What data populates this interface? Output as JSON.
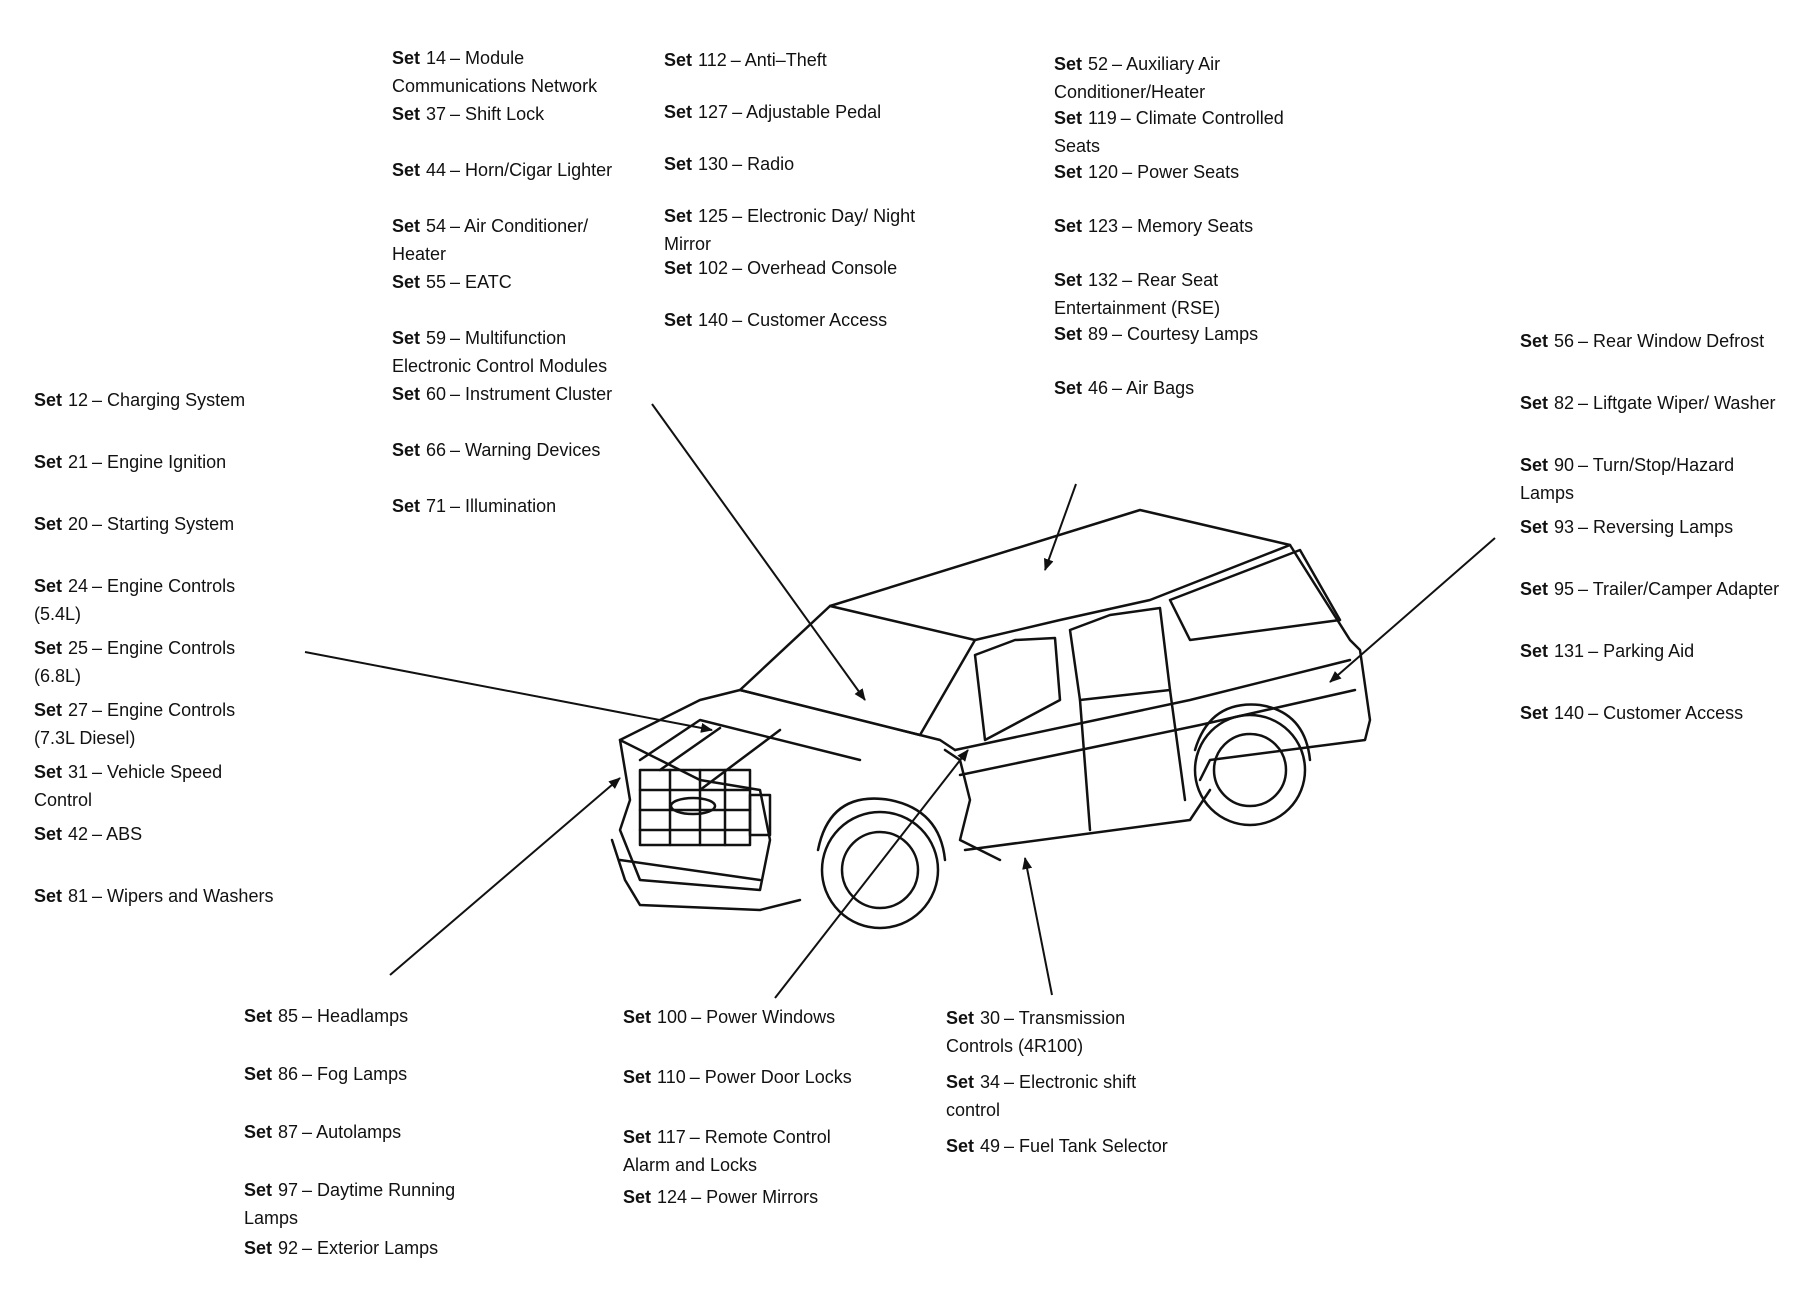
{
  "groups": {
    "top_left": [
      {
        "set": "Set",
        "num": "14",
        "label": "– Module Communications Network"
      },
      {
        "set": "Set",
        "num": "37",
        "label": "– Shift Lock"
      },
      {
        "set": "Set",
        "num": "44",
        "label": "– Horn/Cigar Lighter"
      },
      {
        "set": "Set",
        "num": "54",
        "label": "– Air Conditioner/ Heater"
      },
      {
        "set": "Set",
        "num": "55",
        "label": "– EATC"
      },
      {
        "set": "Set",
        "num": "59",
        "label": "– Multifunction Electronic Control Modules"
      },
      {
        "set": "Set",
        "num": "60",
        "label": "– Instrument Cluster"
      },
      {
        "set": "Set",
        "num": "66",
        "label": "– Warning Devices"
      },
      {
        "set": "Set",
        "num": "71",
        "label": "– Illumination"
      }
    ],
    "top_middle": [
      {
        "set": "Set",
        "num": "112",
        "label": "– Anti–Theft"
      },
      {
        "set": "Set",
        "num": "127",
        "label": "– Adjustable Pedal"
      },
      {
        "set": "Set",
        "num": "130",
        "label": "– Radio"
      },
      {
        "set": "Set",
        "num": "125",
        "label": "– Electronic Day/ Night Mirror"
      },
      {
        "set": "Set",
        "num": "102",
        "label": "– Overhead Console"
      },
      {
        "set": "Set",
        "num": "140",
        "label": "– Customer Access"
      }
    ],
    "top_right": [
      {
        "set": "Set",
        "num": "52",
        "label": "– Auxiliary Air Conditioner/Heater"
      },
      {
        "set": "Set",
        "num": "119",
        "label": "– Climate Controlled Seats"
      },
      {
        "set": "Set",
        "num": "120",
        "label": "– Power Seats"
      },
      {
        "set": "Set",
        "num": "123",
        "label": "– Memory Seats"
      },
      {
        "set": "Set",
        "num": "132",
        "label": "– Rear Seat Entertainment (RSE)"
      },
      {
        "set": "Set",
        "num": "89",
        "label": "– Courtesy Lamps"
      },
      {
        "set": "Set",
        "num": "46",
        "label": "– Air Bags"
      }
    ],
    "left": [
      {
        "set": "Set",
        "num": "12",
        "label": "– Charging System"
      },
      {
        "set": "Set",
        "num": "21",
        "label": "– Engine Ignition"
      },
      {
        "set": "Set",
        "num": "20",
        "label": "– Starting System"
      },
      {
        "set": "Set",
        "num": "24",
        "label": "– Engine Controls (5.4L)"
      },
      {
        "set": "Set",
        "num": "25",
        "label": "– Engine Controls (6.8L)"
      },
      {
        "set": "Set",
        "num": "27",
        "label": "– Engine Controls (7.3L Diesel)"
      },
      {
        "set": "Set",
        "num": "31",
        "label": "– Vehicle Speed Control"
      },
      {
        "set": "Set",
        "num": "42",
        "label": "– ABS"
      },
      {
        "set": "Set",
        "num": "81",
        "label": "– Wipers and Washers"
      }
    ],
    "right": [
      {
        "set": "Set",
        "num": "56",
        "label": "– Rear Window Defrost"
      },
      {
        "set": "Set",
        "num": "82",
        "label": "– Liftgate Wiper/ Washer"
      },
      {
        "set": "Set",
        "num": "90",
        "label": "– Turn/Stop/Hazard Lamps"
      },
      {
        "set": "Set",
        "num": "93",
        "label": "– Reversing Lamps"
      },
      {
        "set": "Set",
        "num": "95",
        "label": "– Trailer/Camper Adapter"
      },
      {
        "set": "Set",
        "num": "131",
        "label": "– Parking Aid"
      },
      {
        "set": "Set",
        "num": "140",
        "label": "– Customer Access"
      }
    ],
    "bottom_left": [
      {
        "set": "Set",
        "num": "85",
        "label": "– Headlamps"
      },
      {
        "set": "Set",
        "num": "86",
        "label": "– Fog Lamps"
      },
      {
        "set": "Set",
        "num": "87",
        "label": "– Autolamps"
      },
      {
        "set": "Set",
        "num": "97",
        "label": "– Daytime Running Lamps"
      },
      {
        "set": "Set",
        "num": "92",
        "label": "– Exterior Lamps"
      }
    ],
    "bottom_middle": [
      {
        "set": "Set",
        "num": "100",
        "label": "– Power Windows"
      },
      {
        "set": "Set",
        "num": "110",
        "label": "– Power Door Locks"
      },
      {
        "set": "Set",
        "num": "117",
        "label": "– Remote Control Alarm and Locks"
      },
      {
        "set": "Set",
        "num": "124",
        "label": "– Power Mirrors"
      }
    ],
    "bottom_right": [
      {
        "set": "Set",
        "num": "30",
        "label": "– Transmission Controls (4R100)"
      },
      {
        "set": "Set",
        "num": "34",
        "label": "– Electronic shift control"
      },
      {
        "set": "Set",
        "num": "49",
        "label": "– Fuel Tank Selector"
      }
    ]
  }
}
